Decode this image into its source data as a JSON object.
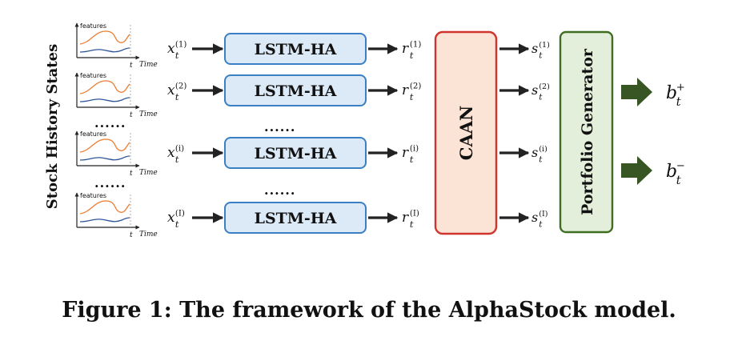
{
  "left_label": "Stock History States",
  "chart_labels": {
    "features": "features",
    "t": "t",
    "time": "Time"
  },
  "inputs": [
    {
      "base": "x",
      "sub": "t",
      "sup": "(1)"
    },
    {
      "base": "x",
      "sub": "t",
      "sup": "(2)"
    },
    {
      "base": "x",
      "sub": "t",
      "sup": "(i)"
    },
    {
      "base": "x",
      "sub": "t",
      "sup": "(I)"
    }
  ],
  "lstm_label": "LSTM-HA",
  "ellipsis": "......",
  "outputs_r": [
    {
      "base": "r",
      "sub": "t",
      "sup": "(1)"
    },
    {
      "base": "r",
      "sub": "t",
      "sup": "(2)"
    },
    {
      "base": "r",
      "sub": "t",
      "sup": "(i)"
    },
    {
      "base": "r",
      "sub": "t",
      "sup": "(I)"
    }
  ],
  "caan_label": "CAAN",
  "outputs_s": [
    {
      "base": "s",
      "sub": "t",
      "sup": "(1)"
    },
    {
      "base": "s",
      "sub": "t",
      "sup": "(2)"
    },
    {
      "base": "s",
      "sub": "t",
      "sup": "(i)"
    },
    {
      "base": "s",
      "sub": "t",
      "sup": "(I)"
    }
  ],
  "generator_label": "Portfolio Generator",
  "final_outputs": [
    {
      "base": "b",
      "sub": "t",
      "sup": "+"
    },
    {
      "base": "b",
      "sub": "t",
      "sup": "−"
    }
  ],
  "caption": {
    "prefix": "Figure 1:",
    "text": "The framework of the AlphaStock model."
  },
  "colors": {
    "lstm_fill": "#dce9f7",
    "lstm_border": "#3b7fc4",
    "caan_fill": "#fbe3d6",
    "caan_border": "#d0342c",
    "generator_fill": "#e4efdb",
    "generator_border": "#3f6e23",
    "arrow": "#222222",
    "big_arrow": "#375623",
    "orange_line": "#ed7d31",
    "blue_line": "#2e5597"
  }
}
